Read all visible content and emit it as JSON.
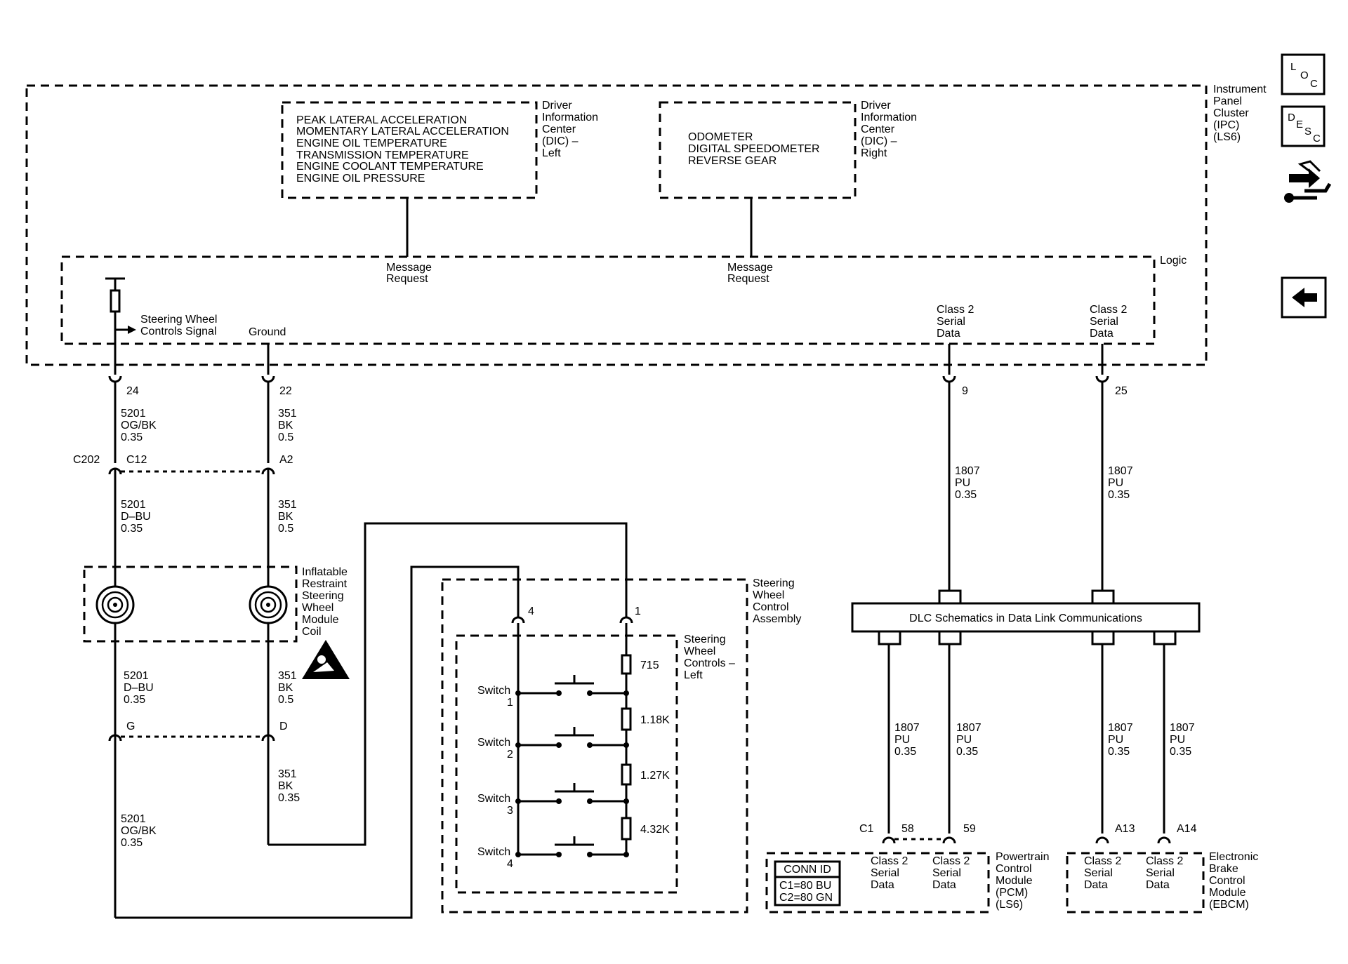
{
  "ipc": {
    "label": [
      "Instrument",
      "Panel",
      "Cluster",
      "(IPC)",
      "(LS6)"
    ],
    "logic_label": "Logic",
    "dic_left": {
      "items": [
        "PEAK LATERAL ACCELERATION",
        "MOMENTARY LATERAL ACCELERATION",
        "ENGINE OIL TEMPERATURE",
        "TRANSMISSION TEMPERATURE",
        "ENGINE COOLANT TEMPERATURE",
        "ENGINE OIL PRESSURE"
      ],
      "label": [
        "Driver",
        "Information",
        "Center",
        "(DIC) –",
        "Left"
      ]
    },
    "dic_right": {
      "items": [
        "ODOMETER",
        "DIGITAL SPEEDOMETER",
        "REVERSE GEAR"
      ],
      "label": [
        "Driver",
        "Information",
        "Center",
        "(DIC) –",
        "Right"
      ]
    },
    "message_request": [
      "Message",
      "Request"
    ],
    "swc_signal": [
      "Steering Wheel",
      "Controls Signal"
    ],
    "ground": "Ground",
    "class2": [
      "Class 2",
      "Serial",
      "Data"
    ]
  },
  "pins": {
    "p24": "24",
    "p22": "22",
    "p9": "9",
    "p25": "25",
    "c202": "C202",
    "c12": "C12",
    "a2": "A2",
    "g": "G",
    "d": "D",
    "swc4": "4",
    "swc1": "1",
    "c1": "C1",
    "p58": "58",
    "p59": "59",
    "a13": "A13",
    "a14": "A14"
  },
  "wires": {
    "w5201_ogbk": [
      "5201",
      "OG/BK",
      "0.35"
    ],
    "w5201_dbu": [
      "5201",
      "D–BU",
      "0.35"
    ],
    "w351_bk": [
      "351",
      "BK",
      "0.5"
    ],
    "w351_bk_035": [
      "351",
      "BK",
      "0.35"
    ],
    "w1807_pu": [
      "1807",
      "PU",
      "0.35"
    ]
  },
  "coil": {
    "label": [
      "Inflatable",
      "Restraint",
      "Steering",
      "Wheel",
      "Module",
      "Coil"
    ]
  },
  "swc_assembly": {
    "label": [
      "Steering",
      "Wheel",
      "Control",
      "Assembly"
    ],
    "inner_label": [
      "Steering",
      "Wheel",
      "Controls –",
      "Left"
    ],
    "switches": [
      {
        "name": "Switch",
        "num": "1",
        "resistor": "715"
      },
      {
        "name": "Switch",
        "num": "2",
        "resistor": "1.18K"
      },
      {
        "name": "Switch",
        "num": "3",
        "resistor": "1.27K"
      },
      {
        "name": "Switch",
        "num": "4",
        "resistor": "4.32K"
      }
    ]
  },
  "dlc": {
    "label": "DLC Schematics in Data Link Communications"
  },
  "pcm": {
    "label": [
      "Powertrain",
      "Control",
      "Module",
      "(PCM)",
      "(LS6)"
    ],
    "conn_title": "CONN ID",
    "conn_rows": [
      "C1=80 BU",
      "C2=80 GN"
    ]
  },
  "ebcm": {
    "label": [
      "Electronic",
      "Brake",
      "Control",
      "Module",
      "(EBCM)"
    ]
  },
  "nav": {
    "loc": [
      "L",
      "O",
      "C"
    ],
    "desc": [
      "D",
      "E",
      "S",
      "C"
    ]
  }
}
